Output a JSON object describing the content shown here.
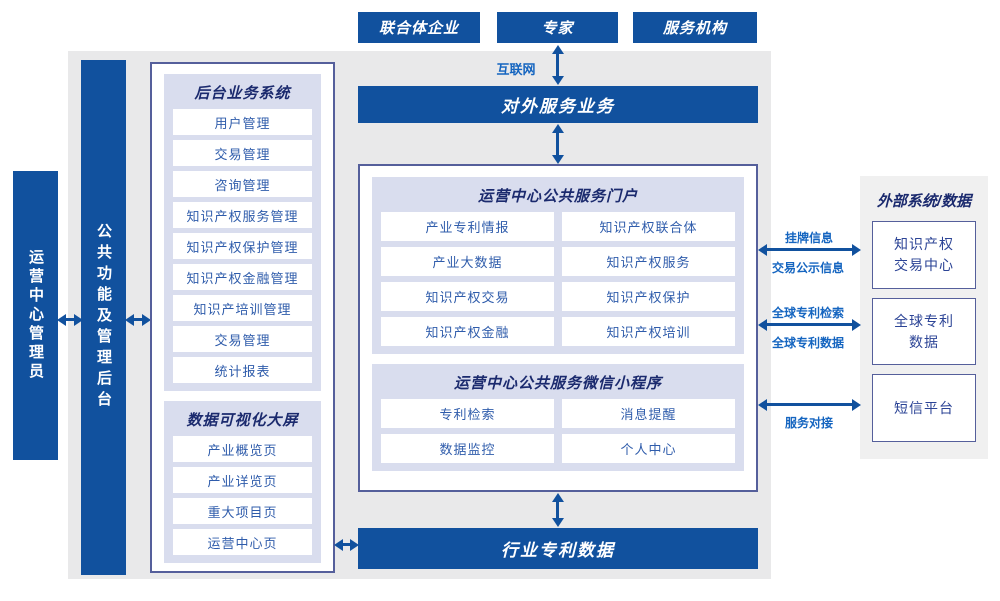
{
  "top_actors": [
    {
      "label": "联合体企业"
    },
    {
      "label": "专家"
    },
    {
      "label": "服务机构"
    }
  ],
  "labels": {
    "internet": "互联网",
    "external_service": "对外服务业务",
    "industry_patent_data": "行业专利数据",
    "admin": "运营中心管理员",
    "backend": "公共功能及管理后台"
  },
  "left_panel": {
    "backend_system": {
      "title": "后台业务系统",
      "items": [
        "用户管理",
        "交易管理",
        "咨询管理",
        "知识产权服务管理",
        "知识产权保护管理",
        "知识产权金融管理",
        "知识产培训管理",
        "交易管理",
        "统计报表"
      ]
    },
    "dashboard": {
      "title": "数据可视化大屏",
      "items": [
        "产业概览页",
        "产业详览页",
        "重大项目页",
        "运营中心页"
      ]
    }
  },
  "center_panel": {
    "portal": {
      "title": "运营中心公共服务门户",
      "items": [
        "产业专利情报",
        "知识产权联合体",
        "产业大数据",
        "知识产权服务",
        "知识产权交易",
        "知识产权保护",
        "知识产权金融",
        "知识产权培训"
      ]
    },
    "miniprogram": {
      "title": "运营中心公共服务微信小程序",
      "items": [
        "专利检索",
        "消息提醒",
        "数据监控",
        "个人中心"
      ]
    }
  },
  "external_panel": {
    "title": "外部系统/数据",
    "boxes": [
      "知识产权\n交易中心",
      "全球专利\n数据",
      "短信平台"
    ]
  },
  "link_labels": [
    {
      "top": "挂牌信息",
      "bottom": "交易公示信息"
    },
    {
      "top": "全球专利检索",
      "bottom": "全球专利数据"
    },
    {
      "bottom": "服务对接"
    }
  ],
  "colors": {
    "primary_blue": "#11519e",
    "label_blue": "#1565c0",
    "navy_text": "#1b2a6e",
    "item_blue": "#2f5cab",
    "panel_border": "#555f9b",
    "lavender": "#d9ddee",
    "background_gray": "#e9e9ea"
  }
}
